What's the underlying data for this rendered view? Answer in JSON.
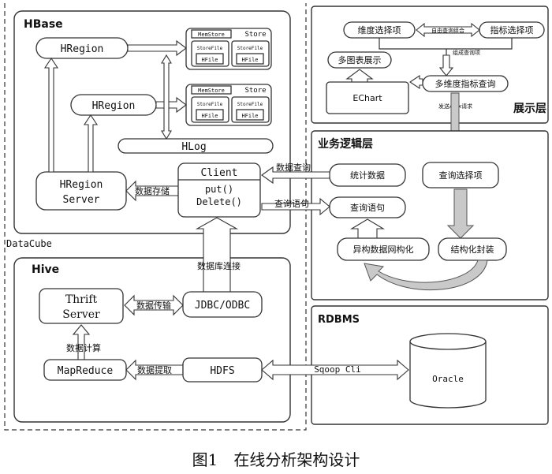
{
  "hbase": {
    "title": "HBase",
    "hregion_top": "HRegion",
    "hregion_mid": "HRegion",
    "memstore": "MemStore",
    "store": "Store",
    "storefile": "StoreFile",
    "hfile": "HFile",
    "hlog": "HLog",
    "hregion_server_line1": "HRegion",
    "hregion_server_line2": "Server",
    "data_store": "数据存储",
    "client_title": "Client",
    "client_put": "put()",
    "client_delete": "Delete()"
  },
  "datacube_label": "DataCube",
  "hive": {
    "title": "Hive",
    "thrift_line1": "Thrift",
    "thrift_line2": "Server",
    "data_transfer": "数据传输",
    "jdbc": "JDBC/ODBC",
    "data_compute": "数据计算",
    "mapreduce": "MapReduce",
    "data_extract": "数据提取",
    "hdfs": "HDFS"
  },
  "db_connect": "数据库连接",
  "presentation": {
    "title": "展示层",
    "dimension_select": "维度选择项",
    "free_combination": "自由查询组合",
    "indicator_select": "指标选择项",
    "multi_chart": "多图表展示",
    "composed_query": "组成查询项",
    "echart": "EChart",
    "multi_query": "多维度指标查询",
    "ajax": "发送Ajax请求"
  },
  "business": {
    "title": "业务逻辑层",
    "data_query": "数据查询",
    "stat_data": "统计数据",
    "query_select": "查询选择项",
    "query_stmt_arrow": "查询语句",
    "query_stmt": "查询语句",
    "heterogeneous": "异构数据网构化",
    "structured": "结构化封装"
  },
  "rdbms": {
    "title": "RDBMS",
    "sqoop": "Sqoop Cli",
    "oracle": "Oracle"
  },
  "caption": "图1　在线分析架构设计"
}
